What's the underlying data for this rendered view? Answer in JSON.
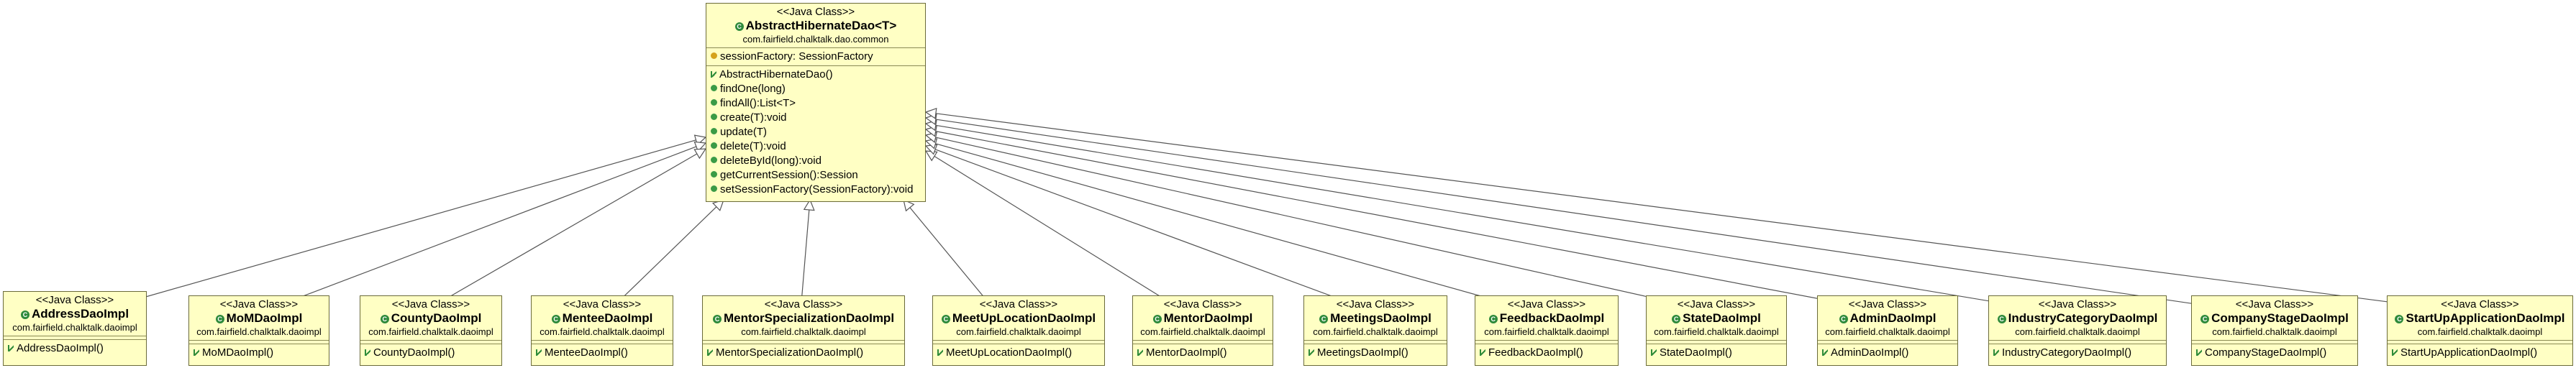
{
  "parent": {
    "stereotype": "<<Java Class>>",
    "name": "AbstractHibernateDao<T>",
    "package": "com.fairfield.chalktalk.dao.common",
    "fields": [
      "sessionFactory: SessionFactory"
    ],
    "methods": [
      "AbstractHibernateDao()",
      "findOne(long)",
      "findAll():List<T>",
      "create(T):void",
      "update(T)",
      "delete(T):void",
      "deleteById(long):void",
      "getCurrentSession():Session",
      "setSessionFactory(SessionFactory):void"
    ]
  },
  "children": [
    {
      "stereotype": "<<Java Class>>",
      "name": "AddressDaoImpl",
      "package": "com.fairfield.chalktalk.daoimpl",
      "ctor": "AddressDaoImpl()"
    },
    {
      "stereotype": "<<Java Class>>",
      "name": "MoMDaoImpl",
      "package": "com.fairfield.chalktalk.daoimpl",
      "ctor": "MoMDaoImpl()"
    },
    {
      "stereotype": "<<Java Class>>",
      "name": "CountyDaoImpl",
      "package": "com.fairfield.chalktalk.daoimpl",
      "ctor": "CountyDaoImpl()"
    },
    {
      "stereotype": "<<Java Class>>",
      "name": "MenteeDaoImpl",
      "package": "com.fairfield.chalktalk.daoimpl",
      "ctor": "MenteeDaoImpl()"
    },
    {
      "stereotype": "<<Java Class>>",
      "name": "MentorSpecializationDaoImpl",
      "package": "com.fairfield.chalktalk.daoimpl",
      "ctor": "MentorSpecializationDaoImpl()"
    },
    {
      "stereotype": "<<Java Class>>",
      "name": "MeetUpLocationDaoImpl",
      "package": "com.fairfield.chalktalk.daoimpl",
      "ctor": "MeetUpLocationDaoImpl()"
    },
    {
      "stereotype": "<<Java Class>>",
      "name": "MentorDaoImpl",
      "package": "com.fairfield.chalktalk.daoimpl",
      "ctor": "MentorDaoImpl()"
    },
    {
      "stereotype": "<<Java Class>>",
      "name": "MeetingsDaoImpl",
      "package": "com.fairfield.chalktalk.daoimpl",
      "ctor": "MeetingsDaoImpl()"
    },
    {
      "stereotype": "<<Java Class>>",
      "name": "FeedbackDaoImpl",
      "package": "com.fairfield.chalktalk.daoimpl",
      "ctor": "FeedbackDaoImpl()"
    },
    {
      "stereotype": "<<Java Class>>",
      "name": "StateDaoImpl",
      "package": "com.fairfield.chalktalk.daoimpl",
      "ctor": "StateDaoImpl()"
    },
    {
      "stereotype": "<<Java Class>>",
      "name": "AdminDaoImpl",
      "package": "com.fairfield.chalktalk.daoimpl",
      "ctor": "AdminDaoImpl()"
    },
    {
      "stereotype": "<<Java Class>>",
      "name": "IndustryCategoryDaoImpl",
      "package": "com.fairfield.chalktalk.daoimpl",
      "ctor": "IndustryCategoryDaoImpl()"
    },
    {
      "stereotype": "<<Java Class>>",
      "name": "CompanyStageDaoImpl",
      "package": "com.fairfield.chalktalk.daoimpl",
      "ctor": "CompanyStageDaoImpl()"
    },
    {
      "stereotype": "<<Java Class>>",
      "name": "StartUpApplicationDaoImpl",
      "package": "com.fairfield.chalktalk.daoimpl",
      "ctor": "StartUpApplicationDaoImpl()"
    }
  ]
}
